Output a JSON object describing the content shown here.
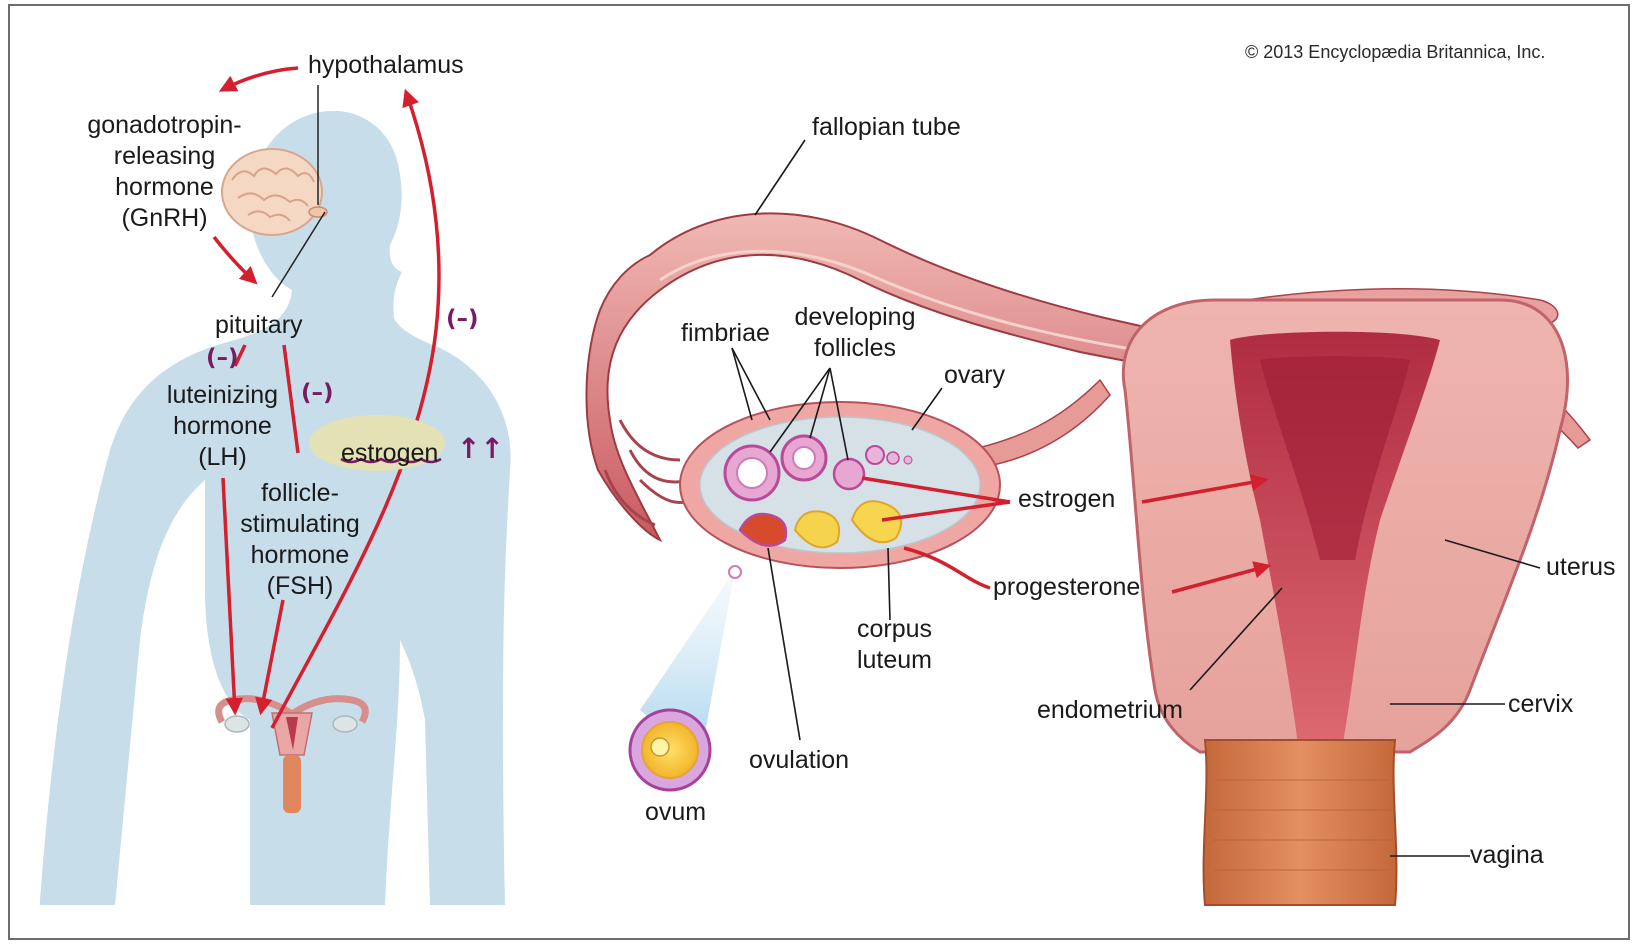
{
  "copyright": "© 2013 Encyclopædia Britannica, Inc.",
  "left_panel": {
    "hypothalamus": "hypothalamus",
    "gnrh": "gonadotropin-\nreleasing\nhormone\n(GnRH)",
    "pituitary": "pituitary",
    "lh": "luteinizing\nhormone\n(LH)",
    "fsh": "follicle-\nstimulating\nhormone\n(FSH)",
    "estrogen": "estrogen",
    "annotations": {
      "neg_lh": "(–)",
      "neg_fsh": "(–)",
      "neg_estrogen": "(–)",
      "estrogen_up": "↑↑"
    }
  },
  "right_panel": {
    "fallopian_tube": "fallopian tube",
    "fimbriae": "fimbriae",
    "developing_follicles": "developing\nfollicles",
    "ovary": "ovary",
    "estrogen": "estrogen",
    "progesterone": "progesterone",
    "uterus": "uterus",
    "corpus_luteum": "corpus\nluteum",
    "endometrium": "endometrium",
    "cervix": "cervix",
    "ovulation": "ovulation",
    "ovum": "ovum",
    "vagina": "vagina"
  },
  "colors": {
    "arrow_red": "#d3202f",
    "silhouette": "#c7dde9",
    "tissue_pink": "#e7a4a0",
    "tissue_dark": "#b84652",
    "annotation_purple": "#7a1a62",
    "highlight": "#e4e2b4"
  }
}
